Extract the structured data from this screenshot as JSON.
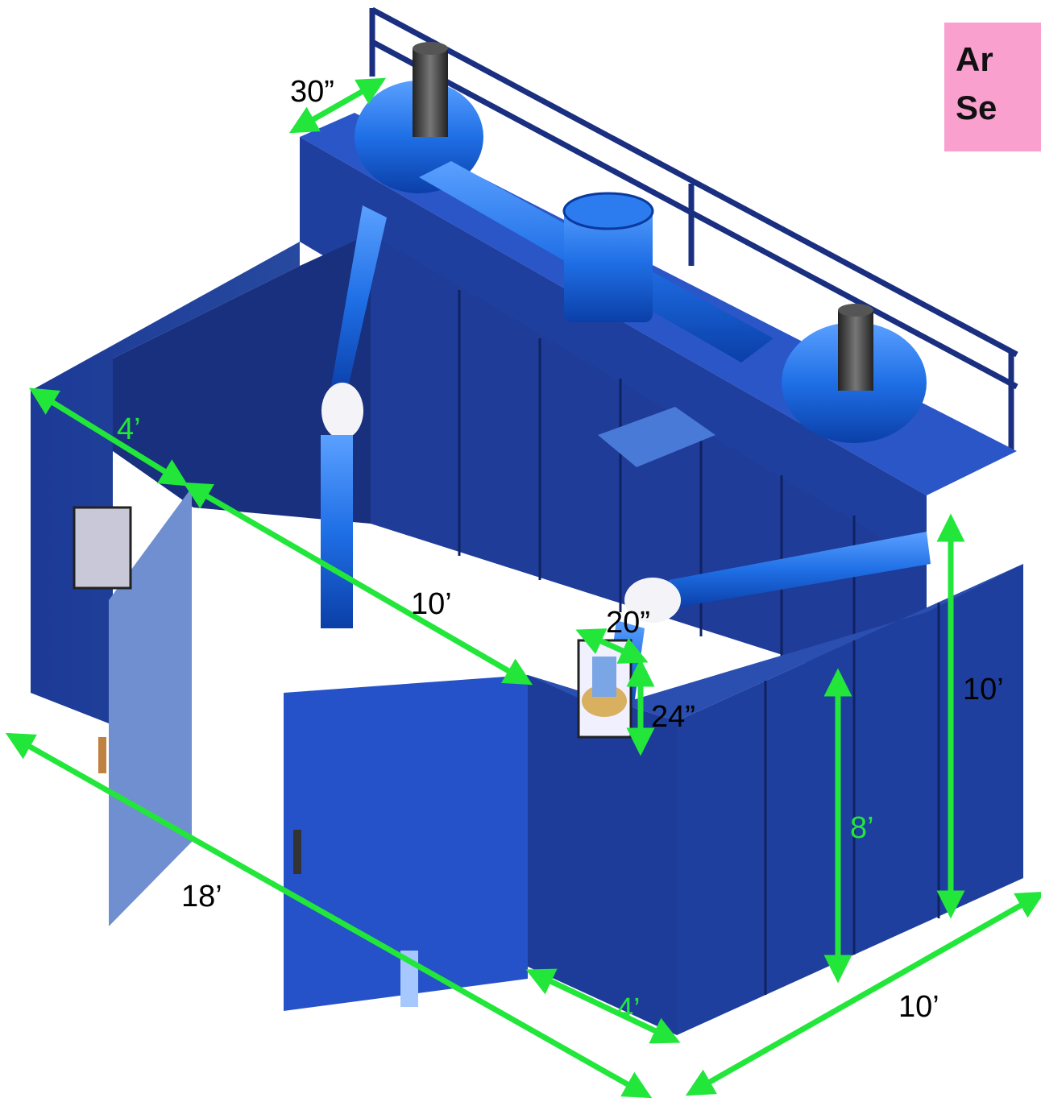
{
  "title": {
    "line1": "Ar",
    "line2": "Se",
    "background": "#f9a0cf"
  },
  "colors": {
    "booth": "#1f3f9e",
    "booth_light": "#3a63c8",
    "duct": "#1f6fe6",
    "dimension": "#22e63a",
    "label_black": "#000000"
  },
  "dimensions": {
    "fan_width": "30”",
    "door_left_width": "4’",
    "back_width": "10’",
    "overall_length": "18’",
    "window_width": "20”",
    "window_height": "24”",
    "inner_height": "8’",
    "overall_height": "10’",
    "front_depth": "10’",
    "door_front_width": "4’"
  }
}
